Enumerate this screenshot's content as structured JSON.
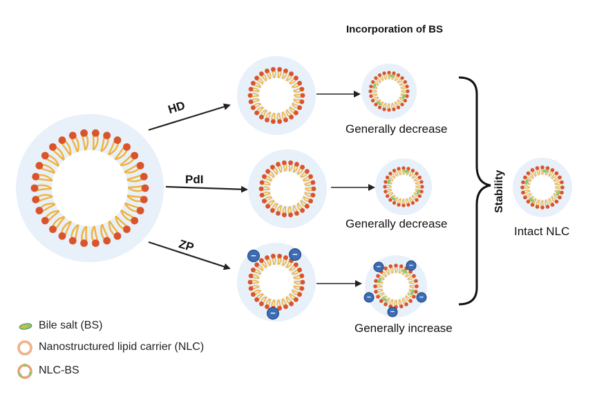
{
  "title": "Incorporation of BS",
  "arrow_labels": {
    "hd": "HD",
    "pdi": "PdI",
    "zp": "ZP"
  },
  "outcomes": {
    "hd": "Generally decrease",
    "pdi": "Generally decrease",
    "zp": "Generally increase"
  },
  "stability": {
    "label": "Stability",
    "result": "Intact NLC"
  },
  "legend": [
    {
      "label": "Bile salt (BS)",
      "icon": "bile-salt-icon"
    },
    {
      "label": "Nanostructured lipid carrier (NLC)",
      "icon": "nlc-icon"
    },
    {
      "label": "NLC-BS",
      "icon": "nlc-bs-icon"
    }
  ],
  "charge_symbol": "−",
  "colors": {
    "halo": "#e8f0f9",
    "head": "#d9542c",
    "tail": "#f0b23c",
    "bile_salt": "#8cc870",
    "charge": "#3b6db5",
    "arrow": "#222222"
  }
}
